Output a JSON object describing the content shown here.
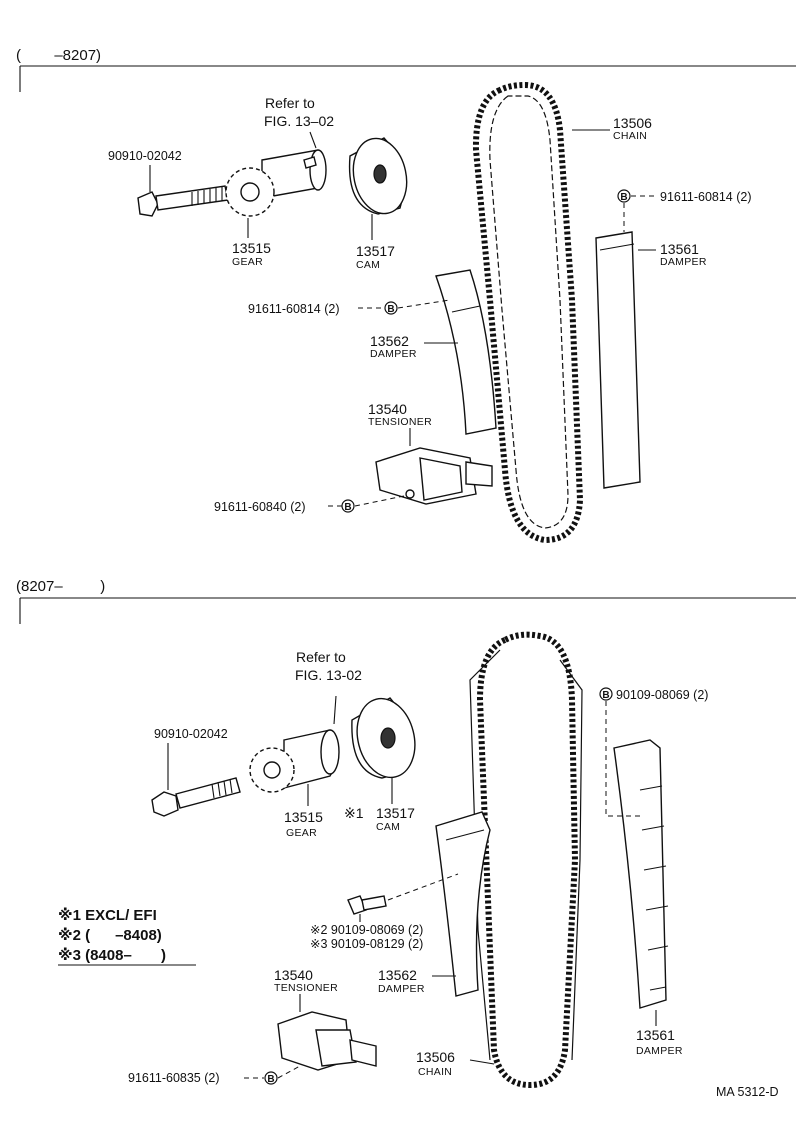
{
  "top_section": {
    "header": "(        –8207)",
    "refer_line1": "Refer to",
    "refer_line2": "FIG. 13–02",
    "bolt": "90910-02042",
    "gear_no": "13515",
    "gear_name": "GEAR",
    "cam_no": "13517",
    "cam_name": "CAM",
    "chain_no": "13506",
    "chain_name": "CHAIN",
    "damper_r_bolt": "91611-60814 (2)",
    "damper_r_no": "13561",
    "damper_r_name": "DAMPER",
    "damper_l_bolt": "91611-60814 (2)",
    "damper_l_no": "13562",
    "damper_l_name": "DAMPER",
    "tensioner_no": "13540",
    "tensioner_name": "TENSIONER",
    "tensioner_bolt": "91611-60840 (2)",
    "marker": "B"
  },
  "bottom_section": {
    "header": "(8207–         )",
    "refer_line1": "Refer to",
    "refer_line2": "FIG. 13-02",
    "bolt": "90910-02042",
    "gear_no": "13515",
    "gear_name": "GEAR",
    "cam_mark": "※1",
    "cam_no": "13517",
    "cam_name": "CAM",
    "damper_r_bolt": "90109-08069 (2)",
    "damper_l_bolt1": "※2 90109-08069 (2)",
    "damper_l_bolt2": "※3 90109-08129 (2)",
    "damper_l_no": "13562",
    "damper_l_name": "DAMPER",
    "damper_r_no": "13561",
    "damper_r_name": "DAMPER",
    "tensioner_no": "13540",
    "tensioner_name": "TENSIONER",
    "tensioner_bolt": "91611-60835 (2)",
    "chain_no": "13506",
    "chain_name": "CHAIN",
    "marker": "B"
  },
  "notes": {
    "n1": "※1 EXCL/ EFI",
    "n2": "※2 (      –8408)",
    "n3": "※3 (8408–       )"
  },
  "footer_code": "MA  5312-D"
}
